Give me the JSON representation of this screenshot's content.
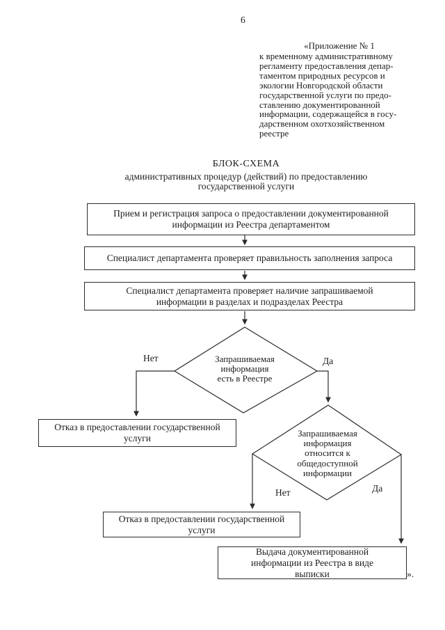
{
  "page": {
    "number": "6",
    "closing_mark": "»."
  },
  "appendix_note": {
    "heading": "«Приложение № 1",
    "body": "к временному административному\nрегламенту предоставления депар-\nтаментом природных ресурсов и\nэкологии Новгородской области\nгосударственной услуги по предо-\nставлению документированной\nинформации, содержащейся в госу-\nдарственном охотхозяйственном\nреестре"
  },
  "title": {
    "main": "БЛОК-СХЕМА",
    "subtitle": "административных процедур (действий) по предоставлению\nгосударственной услуги"
  },
  "flowchart": {
    "step1": "Прием и регистрация запроса о предоставлении документированной\nинформации из Реестра департаментом",
    "step2": "Специалист департамента проверяет правильность заполнения запроса",
    "step3": "Специалист департамента проверяет наличие запрашиваемой\nинформации в разделах и подразделах Реестра",
    "decision1": {
      "text": "Запрашиваемая\nинформация\nесть в Реестре",
      "no_label": "Нет",
      "yes_label": "Да"
    },
    "refusal1": "Отказ в предоставлении государственной\nуслуги",
    "decision2": {
      "text": "Запрашиваемая\nинформация\nотносится к\nобщедоступной\nинформации",
      "no_label": "Нет",
      "yes_label": "Да"
    },
    "refusal2": "Отказ в предоставлении государственной\nуслуги",
    "final_step": "Выдача документированной\nинформации из Реестра в виде\nвыписки"
  },
  "colors": {
    "ink": "#1d1d1d",
    "line": "#2b2b2b",
    "background": "#ffffff"
  }
}
